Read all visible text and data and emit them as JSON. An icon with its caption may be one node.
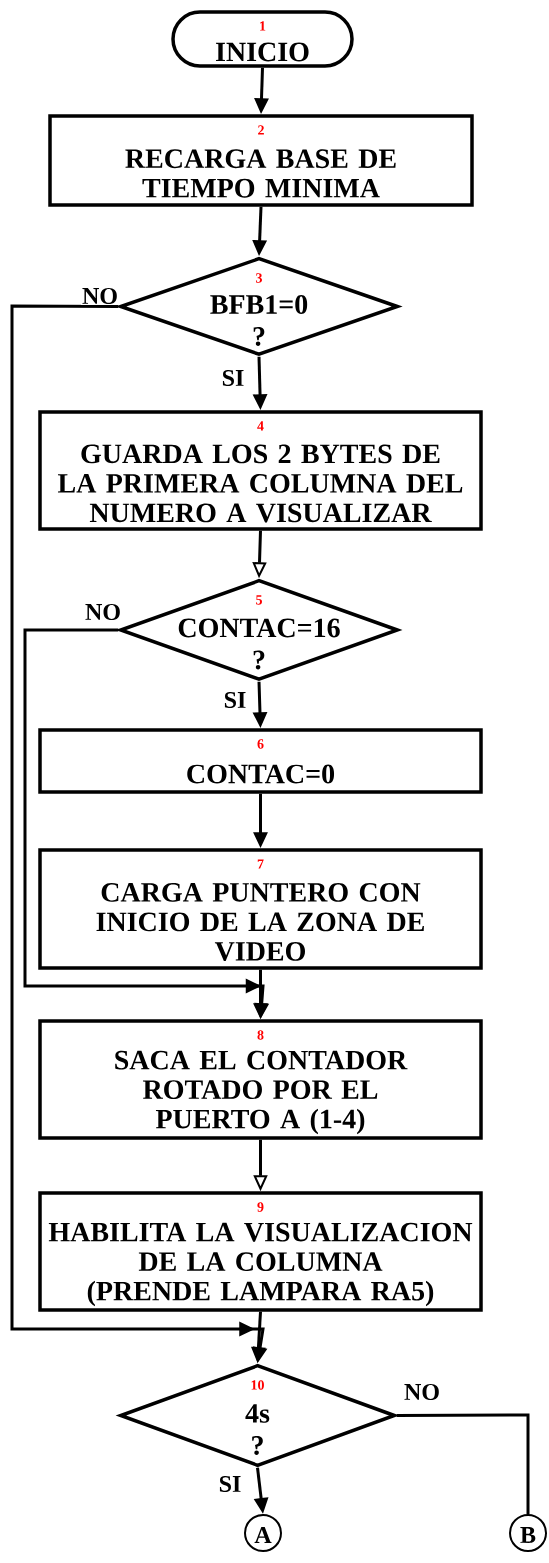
{
  "diagram": {
    "nodes": [
      {
        "text": [
          "1",
          "INICIO"
        ]
      },
      {
        "text": [
          "2",
          "RECARGA BASE DE TIEMPO MINIMA"
        ]
      },
      {
        "text": [
          "3",
          "BFB1=0",
          "?"
        ]
      },
      {
        "text": [
          "4",
          "GUARDA LOS 2 BYTES DE LA PRIMERA COLUMNA DEL NUMERO A VISUALIZAR"
        ]
      },
      {
        "text": [
          "5",
          "CONTAC=16",
          "?"
        ]
      },
      {
        "text": [
          "6",
          "CONTAC=0"
        ]
      },
      {
        "text": [
          "7",
          "CARGA PUNTERO CON INICIO DE LA ZONA DE VIDEO"
        ]
      },
      {
        "text": [
          "8",
          "SACA EL CONTADOR ROTADO POR EL PUERTO A (1-4)"
        ]
      },
      {
        "text": [
          "9",
          "HABILITA LA VISUALIZACION DE LA COLUMNA (PRENDE LAMPARA RA5)"
        ]
      },
      {
        "text": [
          "10",
          "4s",
          "?"
        ]
      },
      {
        "text": [
          "A"
        ]
      },
      {
        "text": [
          "B"
        ]
      }
    ],
    "edges": [
      {
        "from": 0,
        "to": 1,
        "arrow": "to"
      },
      {
        "from": 1,
        "to": 2,
        "arrow": "to"
      },
      {
        "from": 2,
        "to": 3,
        "arrow": "to",
        "label": "SI"
      },
      {
        "from": 3,
        "to": 4,
        "arrow": "to"
      },
      {
        "from": 4,
        "to": 5,
        "arrow": "to",
        "label": "SI"
      },
      {
        "from": 5,
        "to": 6,
        "arrow": "to"
      },
      {
        "from": 4,
        "to": 7,
        "arrow": "to",
        "label": "NO"
      },
      {
        "from": 6,
        "to": 7,
        "arrow": "to"
      },
      {
        "from": 7,
        "to": 8,
        "arrow": "to"
      },
      {
        "from": 2,
        "to": 9,
        "arrow": "to",
        "label": "NO"
      },
      {
        "from": 8,
        "to": 9,
        "arrow": "to"
      },
      {
        "from": 9,
        "to": 10,
        "arrow": "to",
        "label": "SI"
      },
      {
        "from": 9,
        "to": 11,
        "arrow": "none",
        "label": "NO"
      }
    ]
  }
}
